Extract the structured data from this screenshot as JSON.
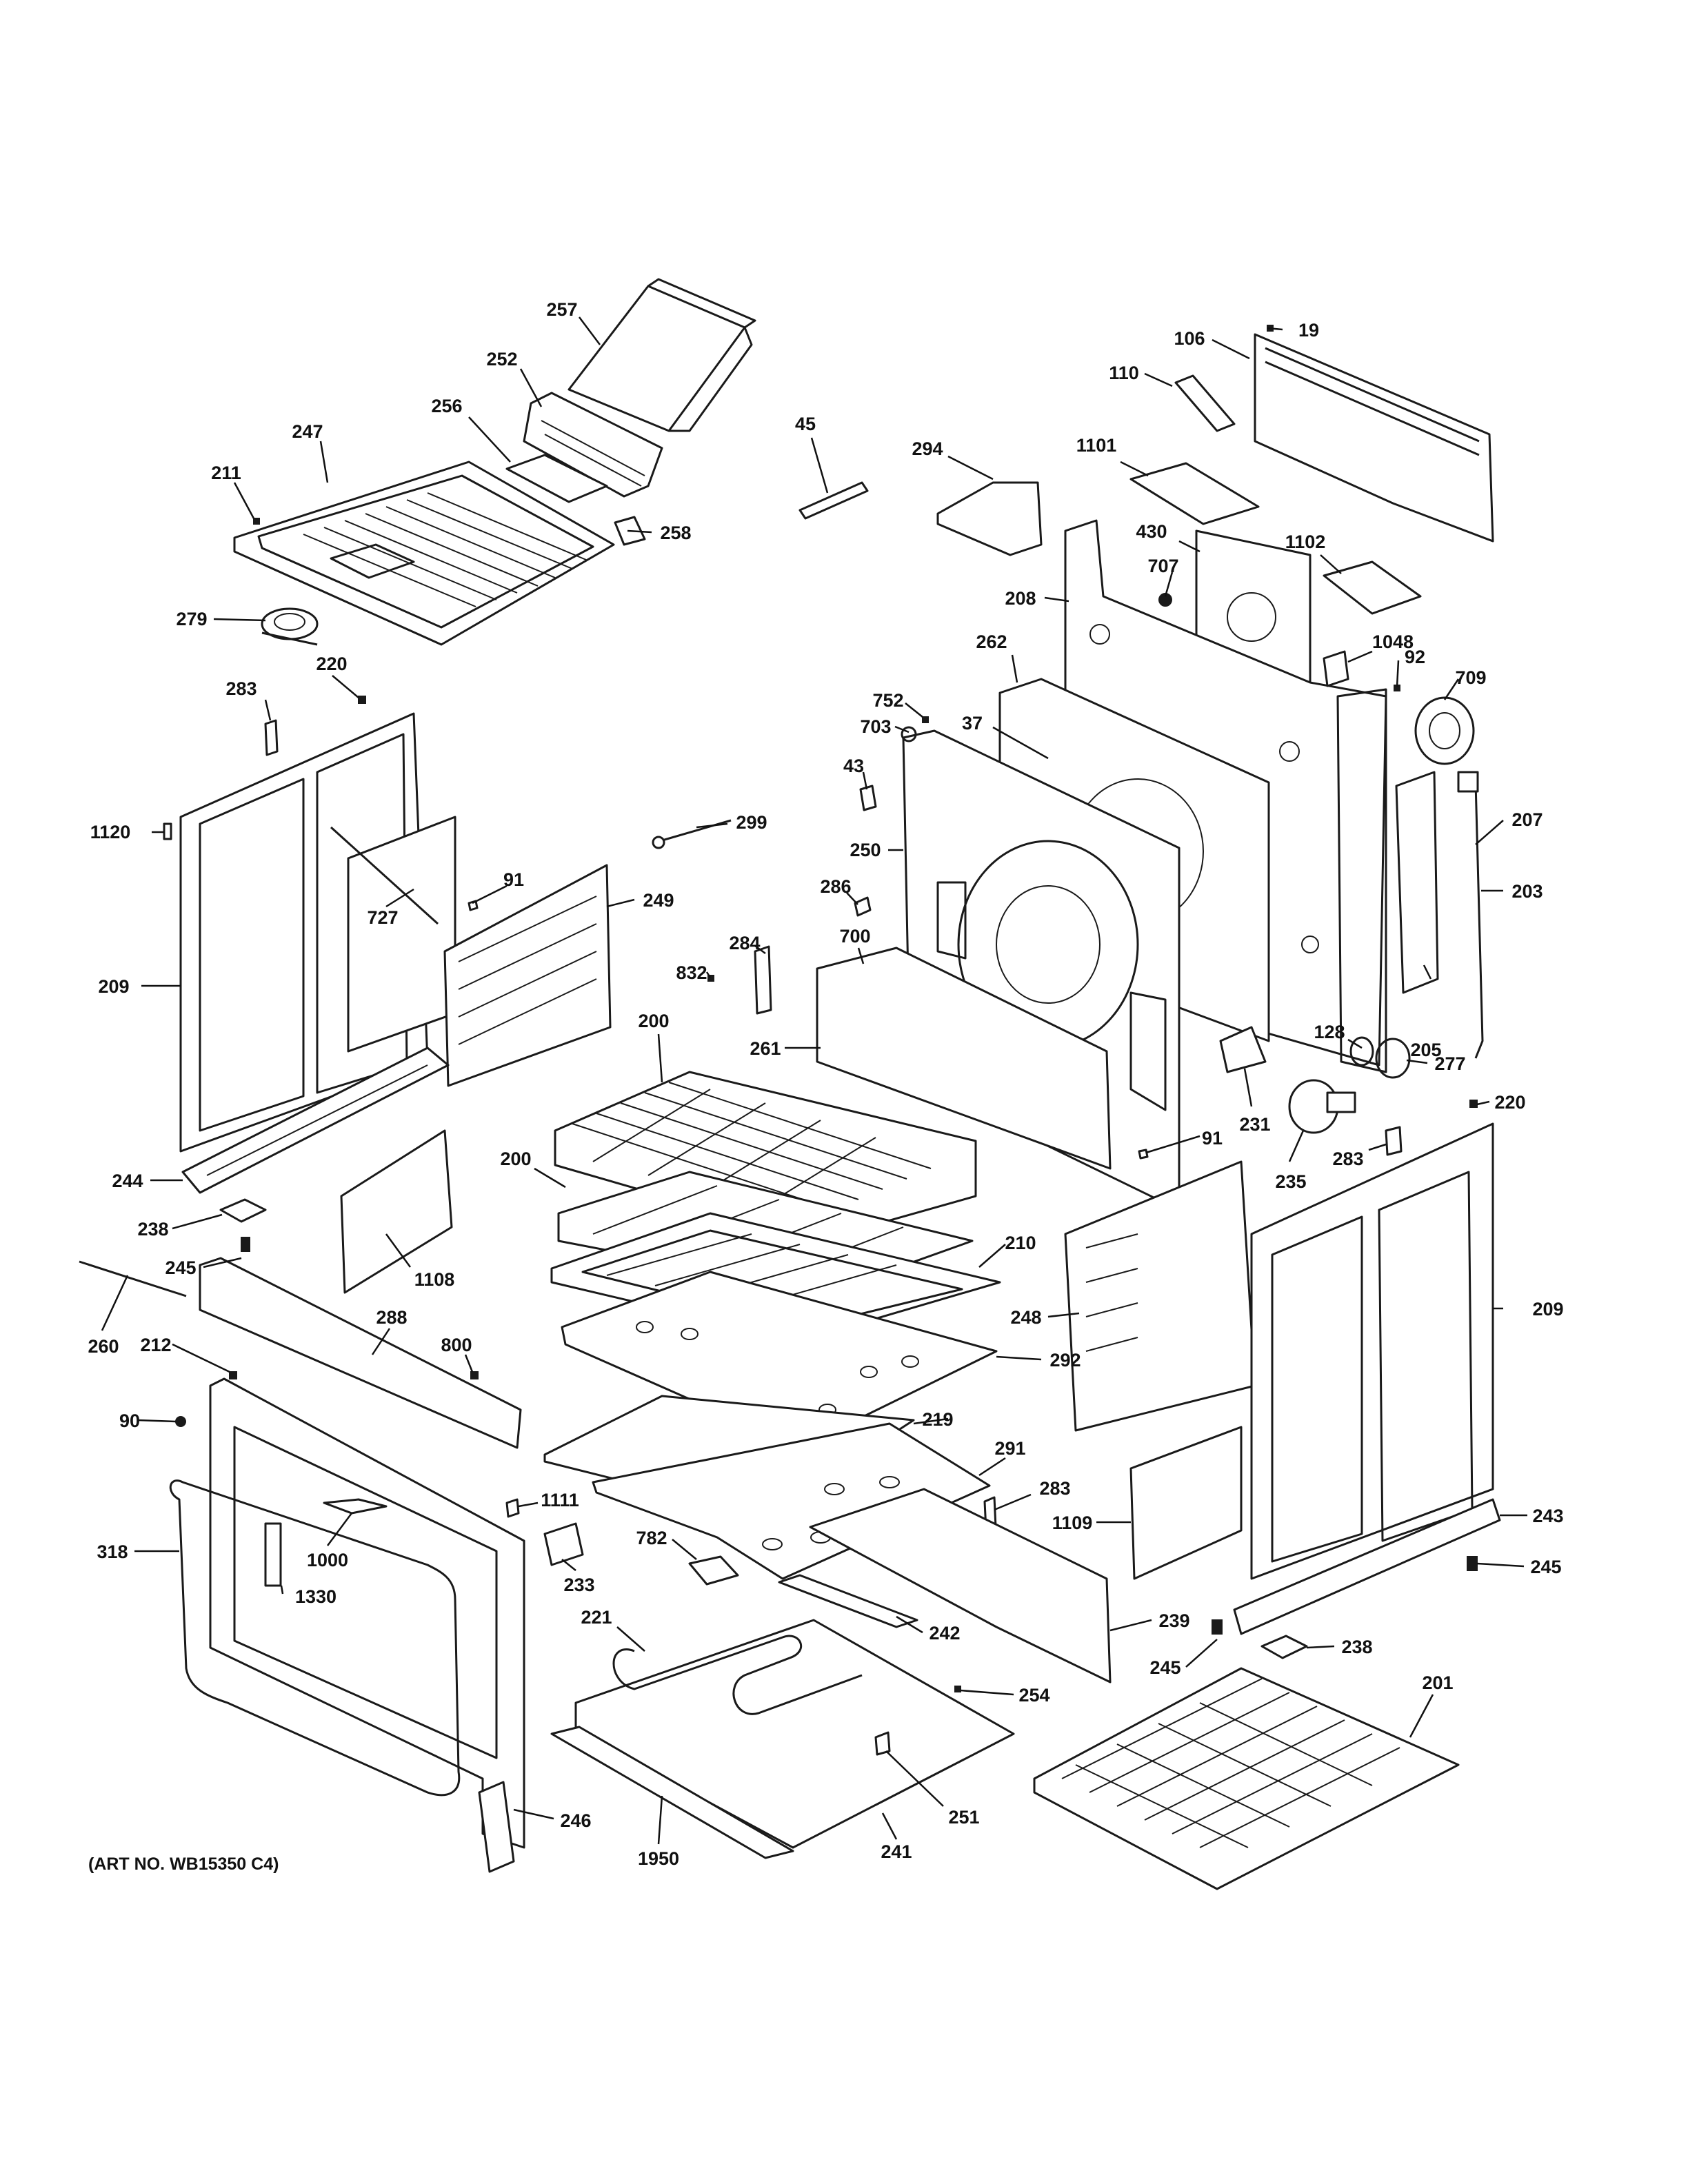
{
  "art_number": "(ART NO. WB15350 C4)",
  "callouts": {
    "c19": "19",
    "c106": "106",
    "c110": "110",
    "c257": "257",
    "c252": "252",
    "c256": "256",
    "c247": "247",
    "c211": "211",
    "c258": "258",
    "c45": "45",
    "c294": "294",
    "c1101": "1101",
    "c430": "430",
    "c1102": "1102",
    "c707": "707",
    "c208": "208",
    "c279": "279",
    "c283a": "283",
    "c220a": "220",
    "c262": "262",
    "c1048": "1048",
    "c92": "92",
    "c709": "709",
    "c752": "752",
    "c703": "703",
    "c37": "37",
    "c43": "43",
    "c207": "207",
    "c1120": "1120",
    "c299": "299",
    "c250": "250",
    "c203": "203",
    "c91a": "91",
    "c286": "286",
    "c249": "249",
    "c727": "727",
    "c284": "284",
    "c700": "700",
    "c832": "832",
    "c209a": "209",
    "c200a": "200",
    "c261": "261",
    "c205": "205",
    "c128": "128",
    "c277": "277",
    "c220b": "220",
    "c231": "231",
    "c91b": "91",
    "c283b": "283",
    "c235": "235",
    "c244": "244",
    "c200b": "200",
    "c238a": "238",
    "c210": "210",
    "c245a": "245",
    "c1108": "1108",
    "c248": "248",
    "c209b": "209",
    "c260": "260",
    "c212": "212",
    "c288": "288",
    "c800": "800",
    "c292": "292",
    "c90": "90",
    "c219": "219",
    "c291": "291",
    "c283c": "283",
    "c1111": "1111",
    "c243": "243",
    "c318": "318",
    "c1000": "1000",
    "c782": "782",
    "c1109": "1109",
    "c245b": "245",
    "c233": "233",
    "c1330": "1330",
    "c221": "221",
    "c242": "242",
    "c239": "239",
    "c245c": "245",
    "c238b": "238",
    "c254": "254",
    "c201": "201",
    "c251": "251",
    "c246": "246",
    "c1950": "1950",
    "c241": "241"
  },
  "icons": [
    "oven-cavity-exploded-diagram"
  ]
}
